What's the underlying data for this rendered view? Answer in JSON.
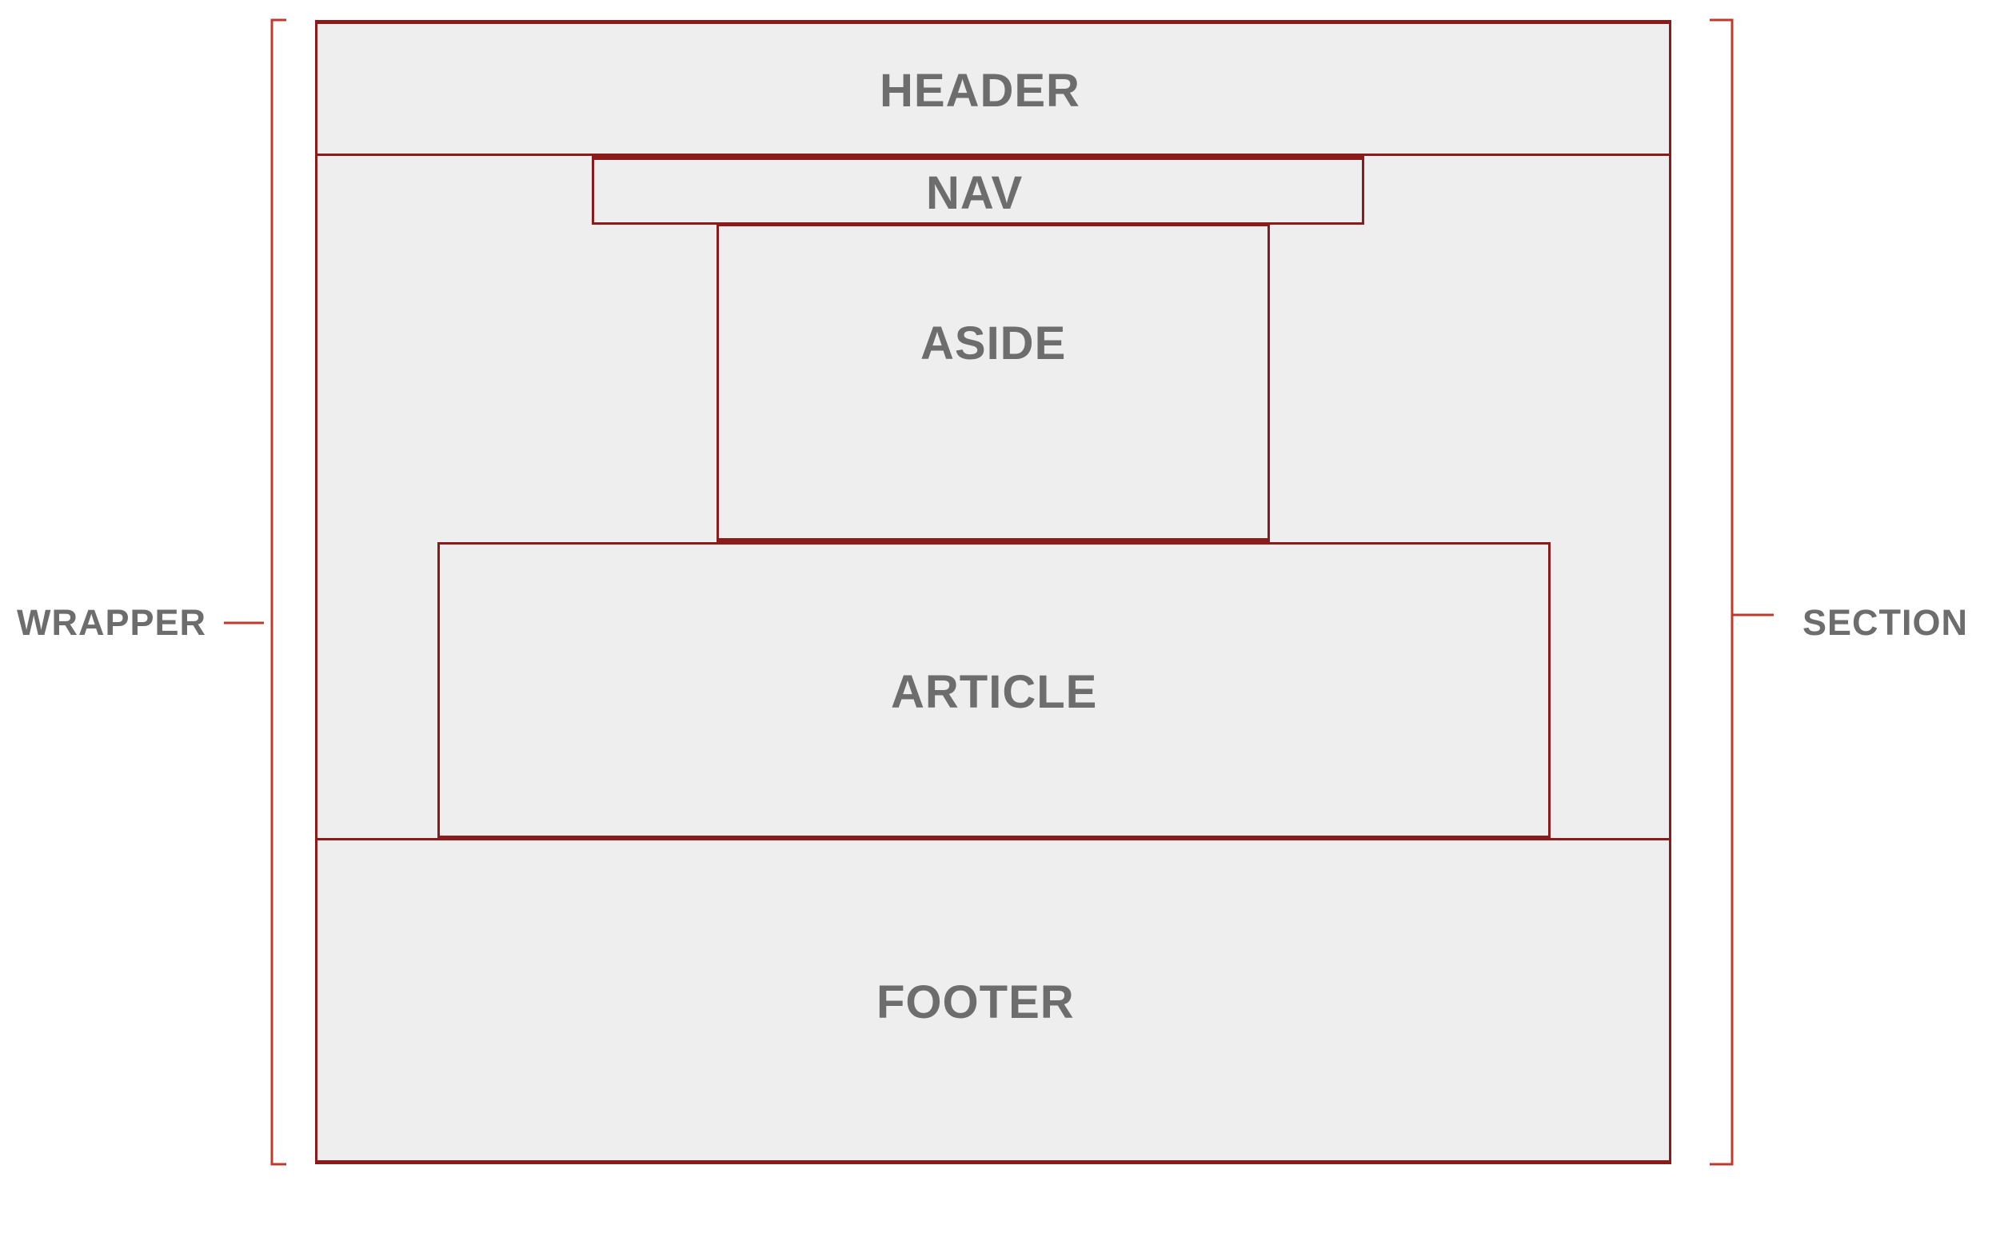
{
  "colors": {
    "stroke": "#8b1a1a",
    "fill": "#efeeef",
    "text": "#6d6d6d",
    "bracket": "#c0392b"
  },
  "boxes": {
    "header": "HEADER",
    "nav": "NAV",
    "aside": "ASIDE",
    "article": "ARTICLE",
    "footer": "FOOTER"
  },
  "brackets": {
    "left": "WRAPPER",
    "right": "SECTION"
  }
}
